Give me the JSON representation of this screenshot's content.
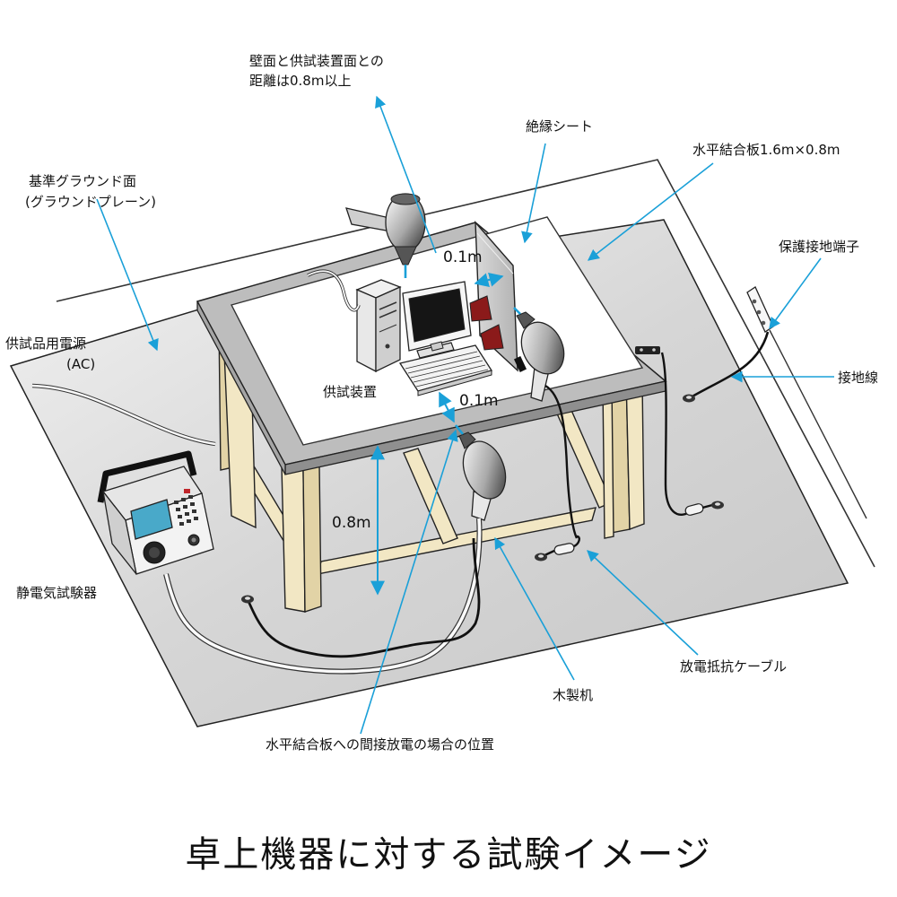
{
  "labels": {
    "wall_distance_line1": "壁面と供試装置面との",
    "wall_distance_line2": "距離は0.8m以上",
    "insulation_sheet": "絶縁シート",
    "horizontal_plane": "水平結合板1.6m×0.8m",
    "ground_reference_line1": "基準グラウンド面",
    "ground_reference_line2": "(グラウンドプレーン)",
    "protective_terminal": "保護接地端子",
    "eut_power_line1": "供試品用電源",
    "eut_power_line2": "(AC)",
    "eut": "供試装置",
    "ground_wire": "接地線",
    "esd_tester": "静電気試験器",
    "discharge_cable": "放電抵抗ケーブル",
    "wooden_table": "木製机",
    "indirect_position": "水平結合板への間接放電の場合の位置"
  },
  "dimensions": {
    "vcp_distance": "0.1m",
    "hcp_distance": "0.1m",
    "table_height": "0.8m"
  },
  "caption": "卓上機器に対する試験イメージ",
  "colors": {
    "leader": "#1aa0d8",
    "ground_plane": "#d4d4d4",
    "table_wood": "#f2e7c4",
    "discharge_tip": "#1aa0d8",
    "screen": "#151515",
    "lcd": "#49a9c9"
  }
}
